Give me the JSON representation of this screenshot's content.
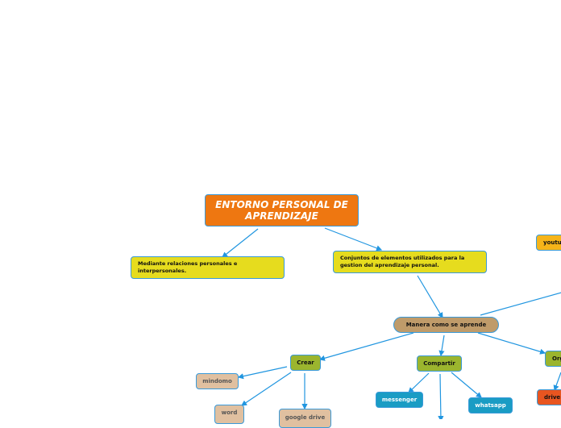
{
  "title": "ENTORNO PERSONAL DE APRENDIZAJE",
  "nodes": {
    "mediante": "Mediante relaciones personales e interpersonales.",
    "conjuntos": "Conjuntos de elementos utilizados para la gestion del aprendizaje personal.",
    "youtube": "youtu",
    "manera": "Manera como se aprende",
    "crear": "Crear",
    "compartir": "Compartir",
    "organizar": "Org",
    "mindomo": "mindomo",
    "word": "word",
    "google_drive": "google drive",
    "messenger": "messenger",
    "whatsapp": "whatsapp",
    "drive": "drive"
  },
  "colors": {
    "link": "#2196e0",
    "title": "#ee7711",
    "yellow": "#e6dc1e",
    "green": "#9bb52e",
    "tan": "#e0c0a0",
    "blue": "#1a9cc4",
    "red": "#e85520",
    "brown": "#bf9b6a",
    "amber": "#f6b419"
  }
}
